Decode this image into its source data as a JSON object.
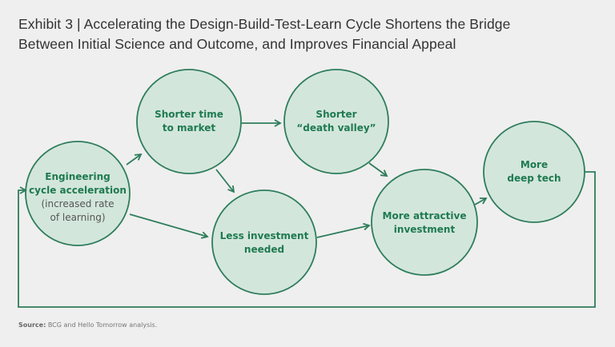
{
  "title_line1": "Exhibit 3 | Accelerating the Design-Build-Test-Learn Cycle Shortens the Bridge",
  "title_line2": "Between Initial Science and Outcome, and Improves Financial Appeal",
  "nodes": {
    "engineering": {
      "line1": "Engineering",
      "line2": "cycle acceleration",
      "sub1": "(increased rate",
      "sub2": "of learning)"
    },
    "time_to_market": {
      "line1": "Shorter time",
      "line2": "to market"
    },
    "death_valley": {
      "line1": "Shorter",
      "line2": "“death valley”"
    },
    "less_investment": {
      "line1": "Less investment",
      "line2": "needed"
    },
    "attractive": {
      "line1": "More attractive",
      "line2": "investment"
    },
    "deep_tech": {
      "line1": "More",
      "line2": "deep tech"
    }
  },
  "source_label": "Source:",
  "source_text": "BCG and Hello Tomorrow analysis.",
  "colors": {
    "fill": "#d3e6dc",
    "stroke": "#2e7d5b",
    "text": "#1e7a4f"
  }
}
